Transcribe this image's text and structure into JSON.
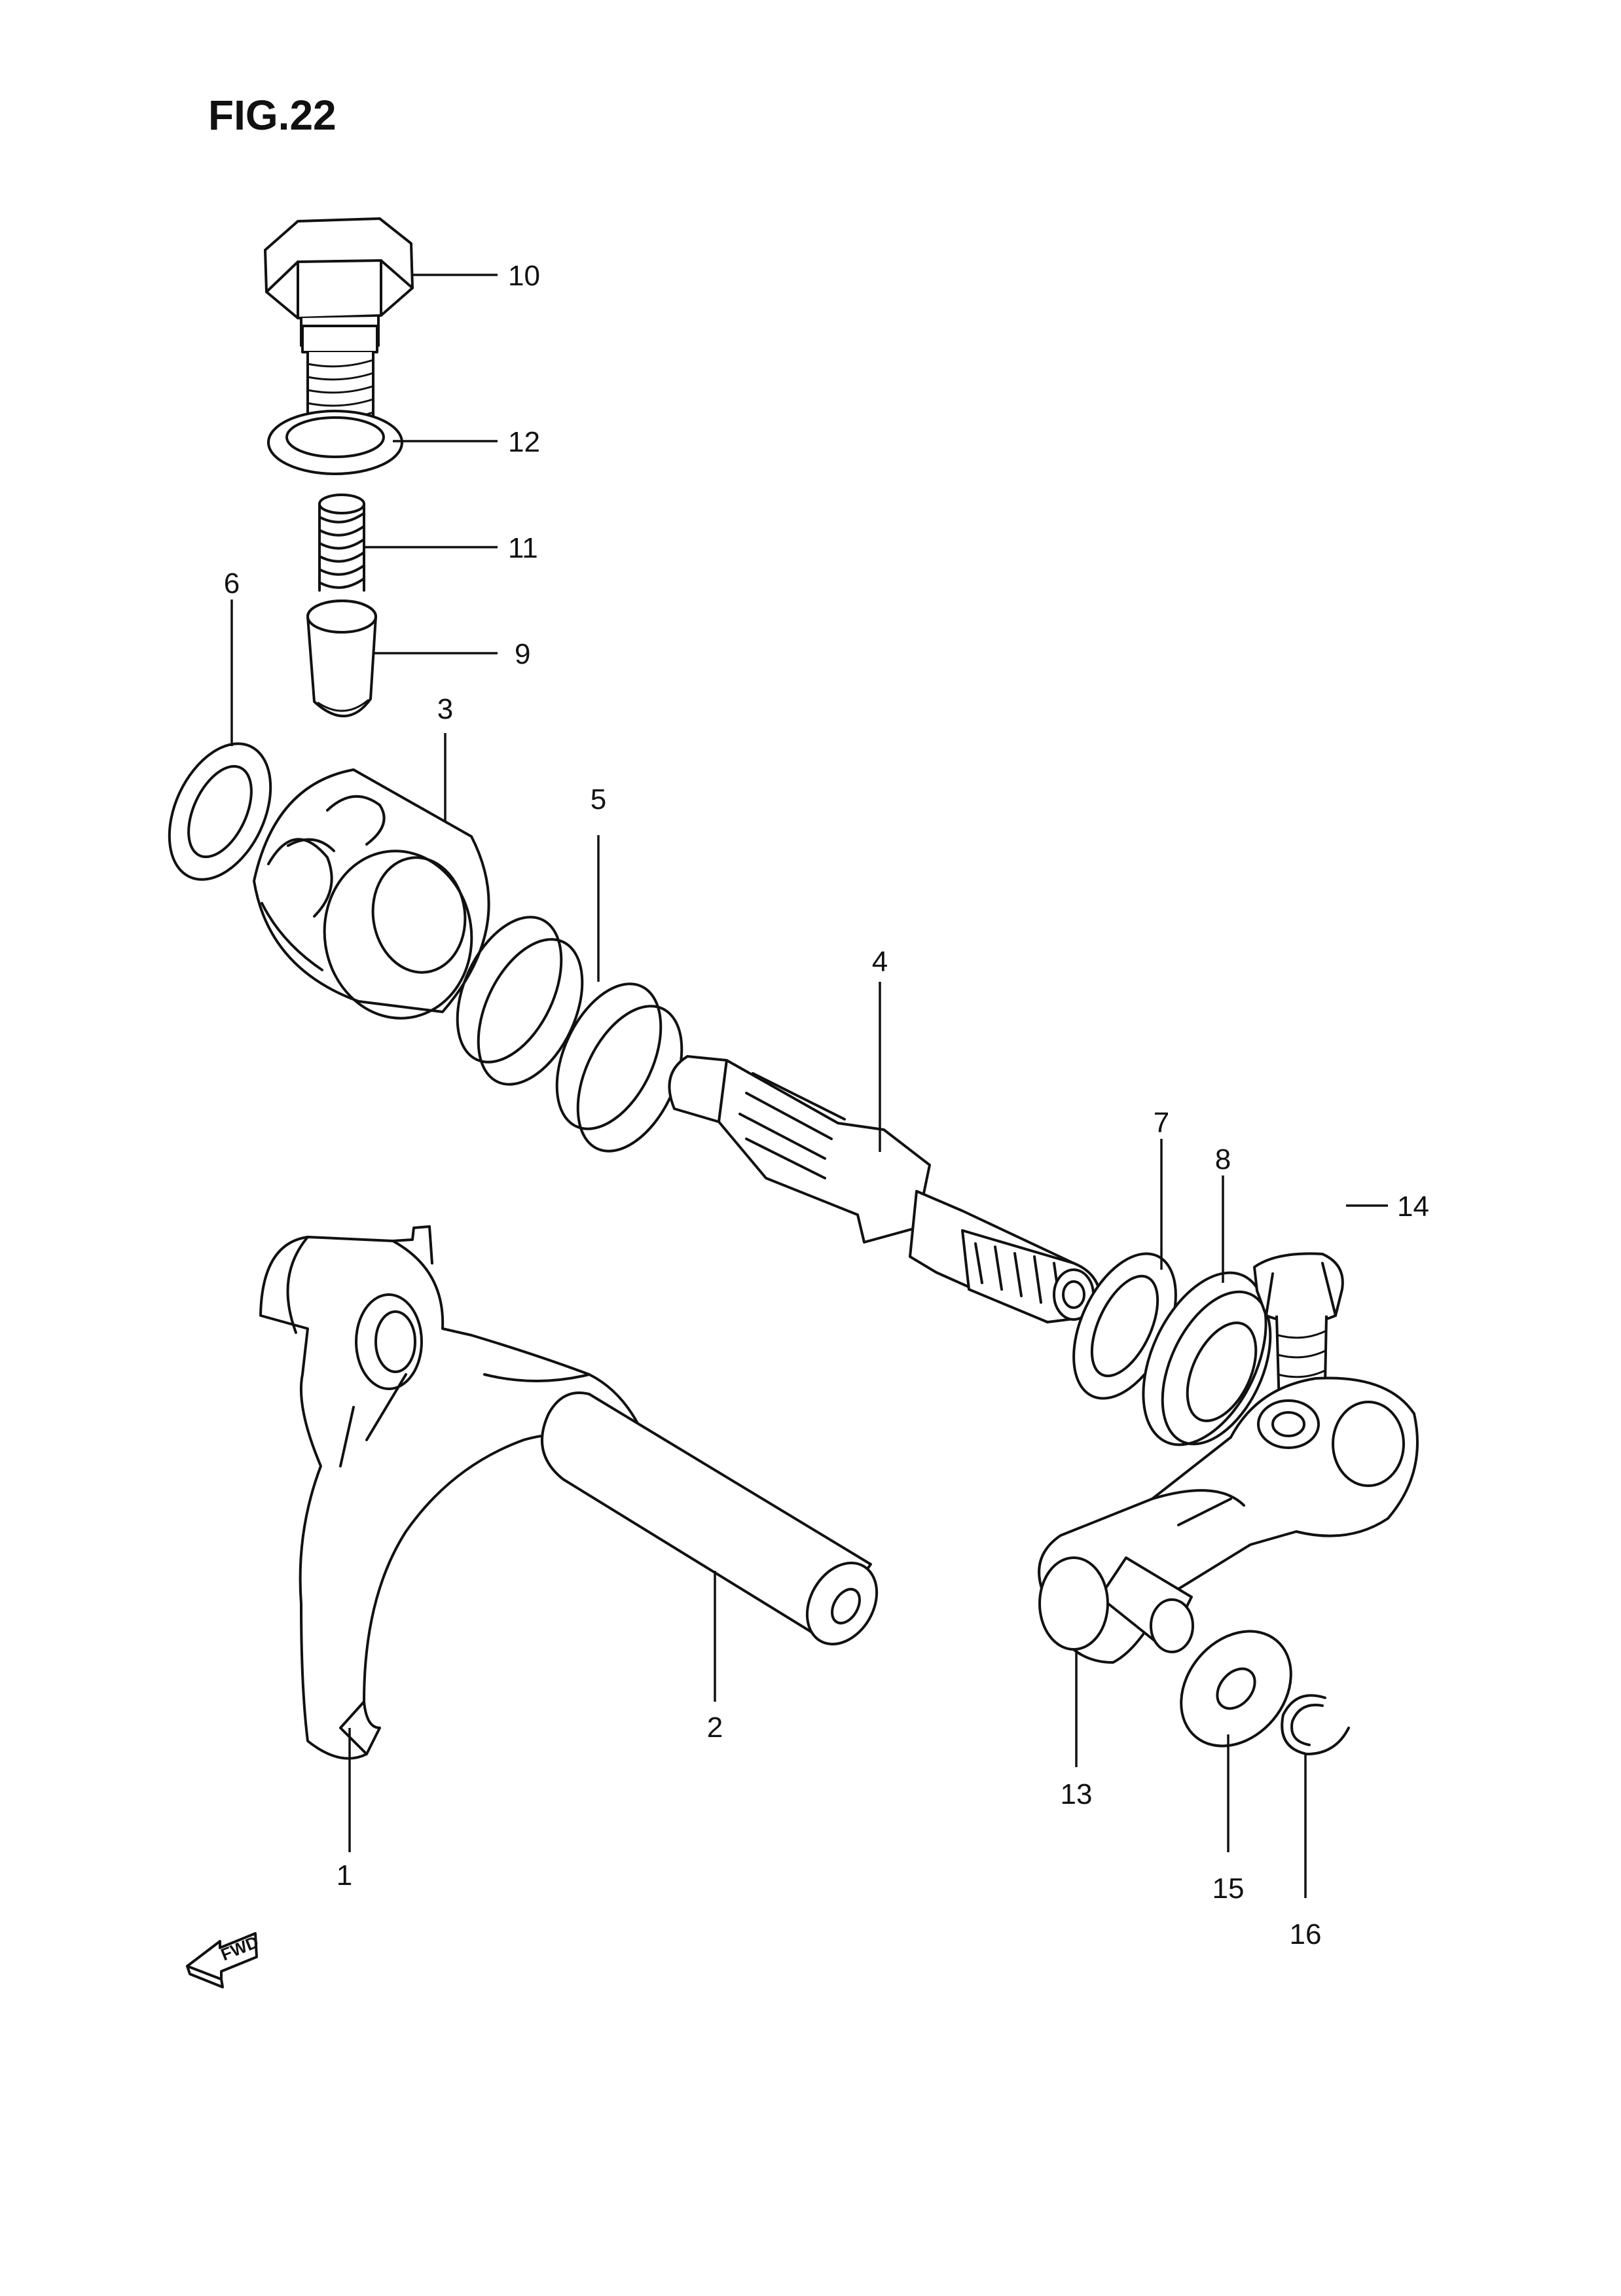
{
  "figure": {
    "title": "FIG.22"
  },
  "direction_marker": {
    "label": "FWD"
  },
  "callouts": [
    "1",
    "2",
    "3",
    "4",
    "5",
    "6",
    "7",
    "8",
    "9",
    "10",
    "11",
    "12",
    "13",
    "14",
    "15",
    "16"
  ]
}
